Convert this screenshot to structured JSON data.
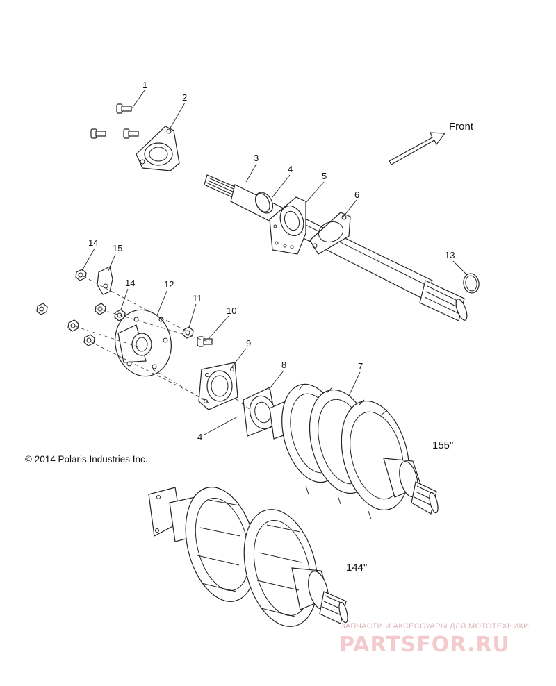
{
  "diagram": {
    "callouts": {
      "c1": "1",
      "c2": "2",
      "c3": "3",
      "c4a": "4",
      "c4b": "4",
      "c5": "5",
      "c6": "6",
      "c7": "7",
      "c8": "8",
      "c9": "9",
      "c10": "10",
      "c11": "11",
      "c12": "12",
      "c13": "13",
      "c14a": "14",
      "c14b": "14",
      "c15": "15"
    },
    "front_label": "Front",
    "variant_155": "155\"",
    "variant_144": "144\"",
    "copyright": "© 2014 Polaris Industries Inc."
  },
  "watermark": {
    "tagline": "ЗАПЧАСТИ И АКСЕССУАРЫ ДЛЯ МОТОТЕХНИКИ",
    "brand": "PARTSFOR.RU",
    "color": "#e8a6ab"
  }
}
